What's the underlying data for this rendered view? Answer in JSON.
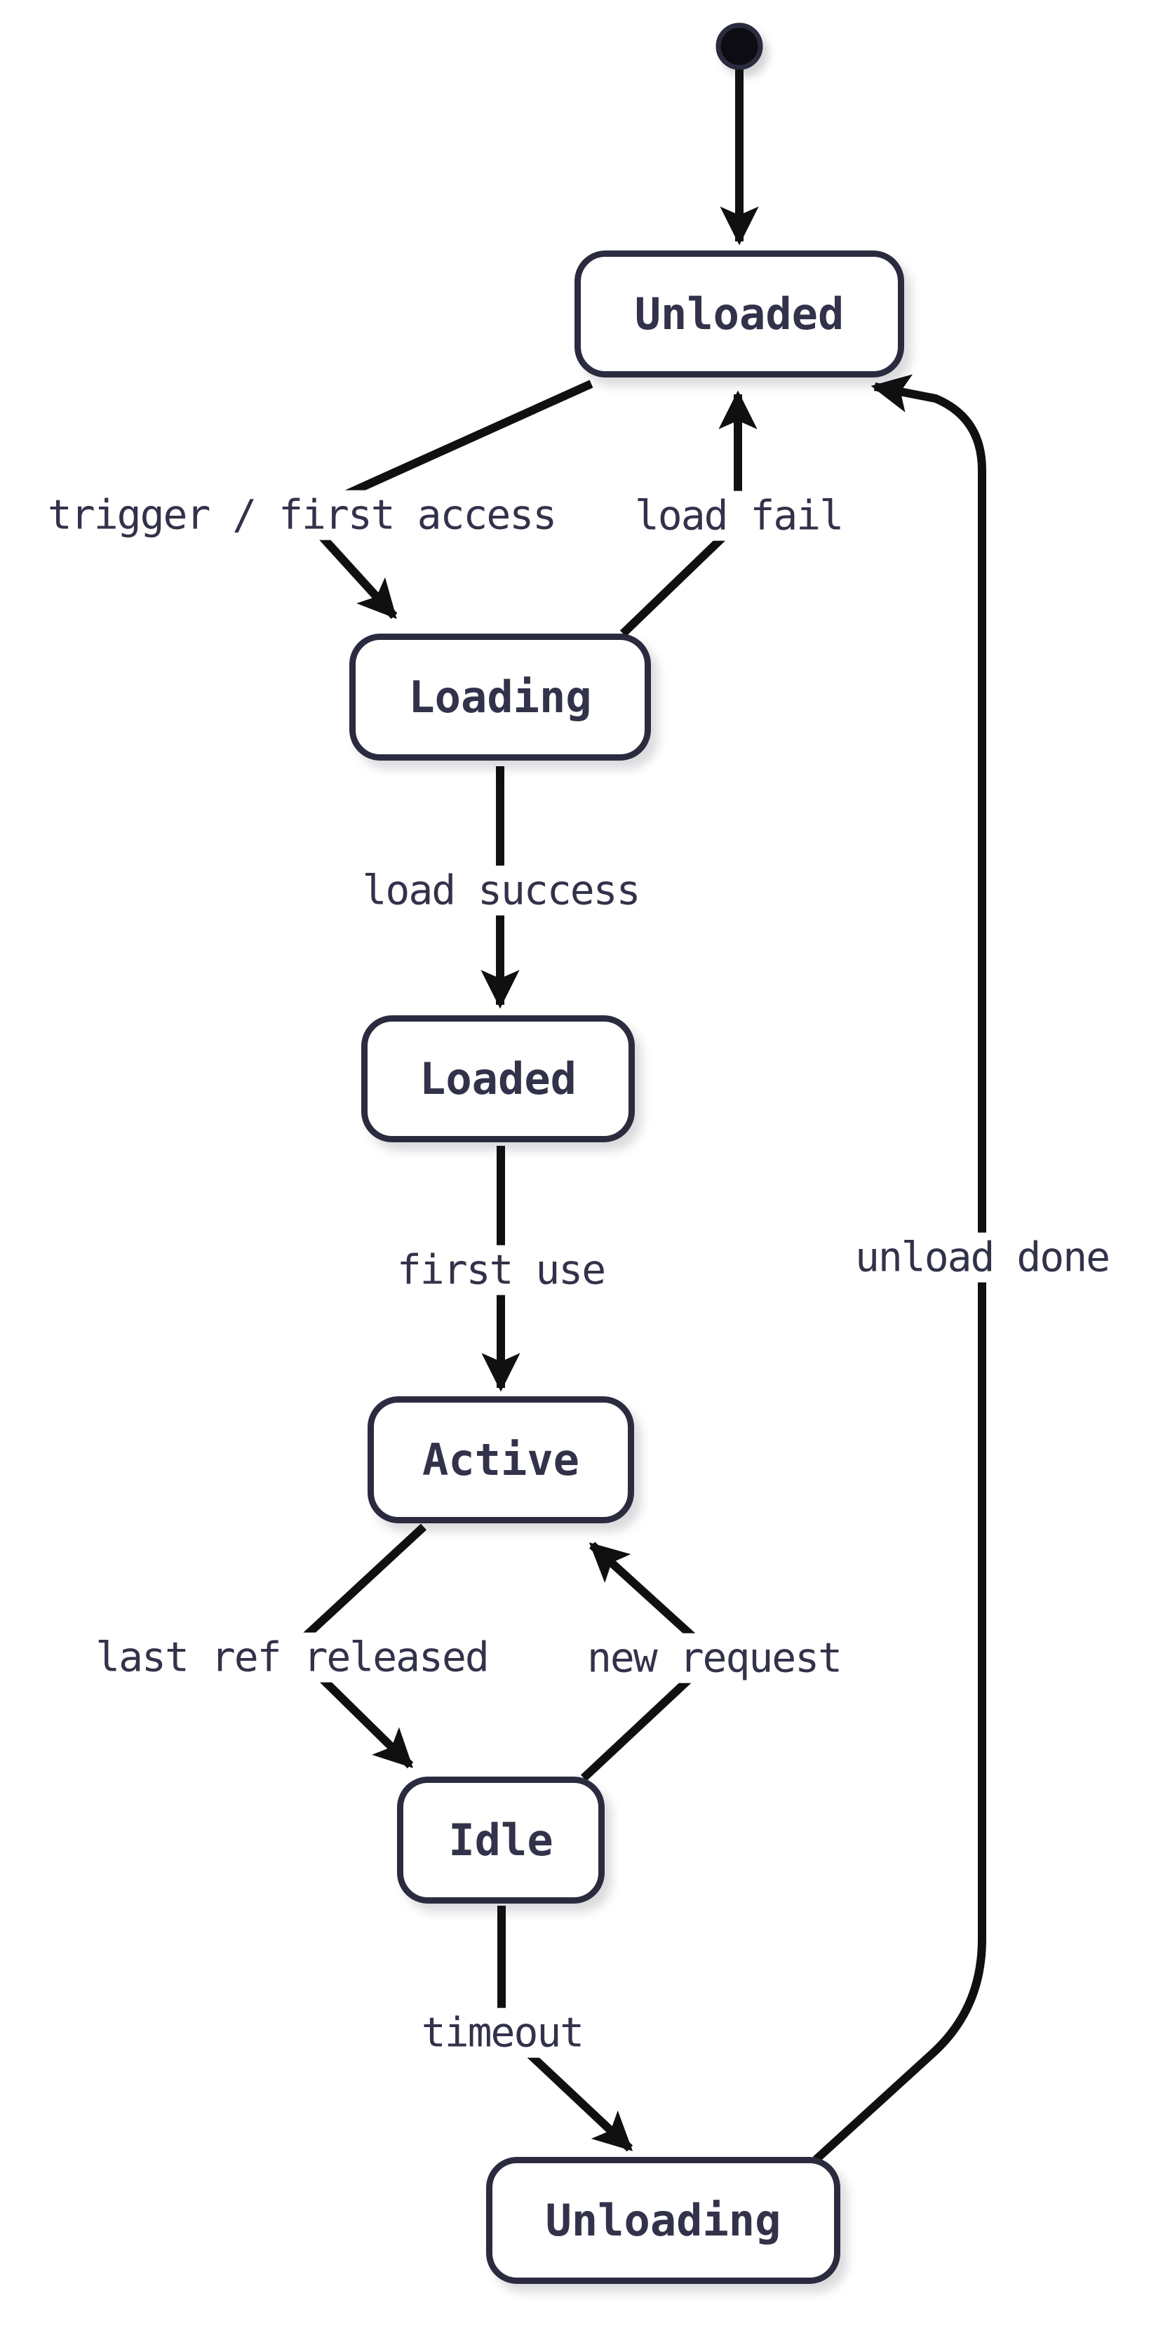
{
  "diagram": {
    "kind": "state-machine",
    "background_color": "#ffffff",
    "ink_color": "#2b2b40",
    "text_color": "#32324a",
    "edge_color": "#101010",
    "states": [
      {
        "id": "unloaded",
        "label": "Unloaded"
      },
      {
        "id": "loading",
        "label": "Loading"
      },
      {
        "id": "loaded",
        "label": "Loaded"
      },
      {
        "id": "active",
        "label": "Active"
      },
      {
        "id": "idle",
        "label": "Idle"
      },
      {
        "id": "unloading",
        "label": "Unloading"
      }
    ],
    "transitions": [
      {
        "from": "(initial)",
        "to": "Unloaded",
        "label": ""
      },
      {
        "from": "Unloaded",
        "to": "Loading",
        "label": "trigger / first access"
      },
      {
        "from": "Loading",
        "to": "Unloaded",
        "label": "load fail"
      },
      {
        "from": "Loading",
        "to": "Loaded",
        "label": "load success"
      },
      {
        "from": "Loaded",
        "to": "Active",
        "label": "first use"
      },
      {
        "from": "Active",
        "to": "Idle",
        "label": "last ref released"
      },
      {
        "from": "Idle",
        "to": "Active",
        "label": "new request"
      },
      {
        "from": "Idle",
        "to": "Unloading",
        "label": "timeout"
      },
      {
        "from": "Unloading",
        "to": "Unloaded",
        "label": "unload done"
      }
    ]
  }
}
